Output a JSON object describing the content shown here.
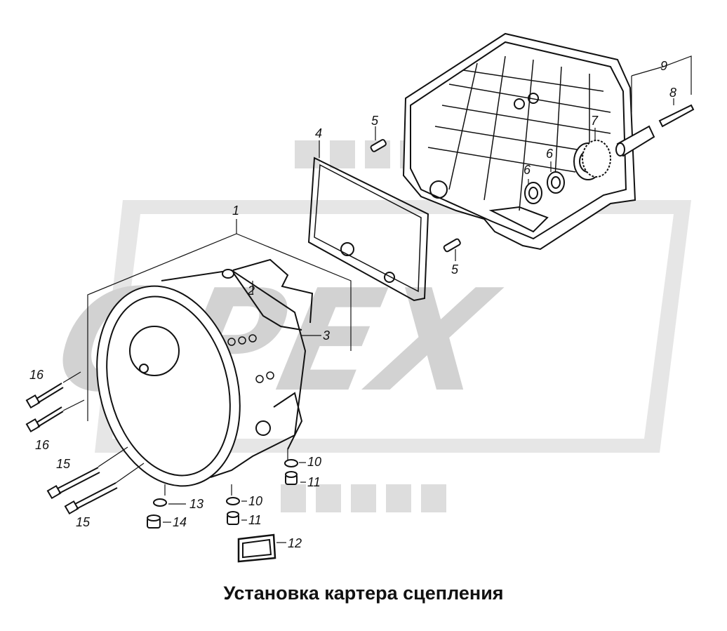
{
  "caption": "Установка картера сцепления",
  "watermark": {
    "text": "OPEX",
    "color": "#d9d9d9"
  },
  "callouts": {
    "c1": "1",
    "c2": "2",
    "c3": "3",
    "c4": "4",
    "c5a": "5",
    "c5b": "5",
    "c6a": "6",
    "c6b": "6",
    "c7": "7",
    "c8": "8",
    "c9": "9",
    "c10a": "10",
    "c10b": "10",
    "c11a": "11",
    "c11b": "11",
    "c12": "12",
    "c13": "13",
    "c14": "14",
    "c15a": "15",
    "c15b": "15",
    "c16a": "16",
    "c16b": "16"
  }
}
